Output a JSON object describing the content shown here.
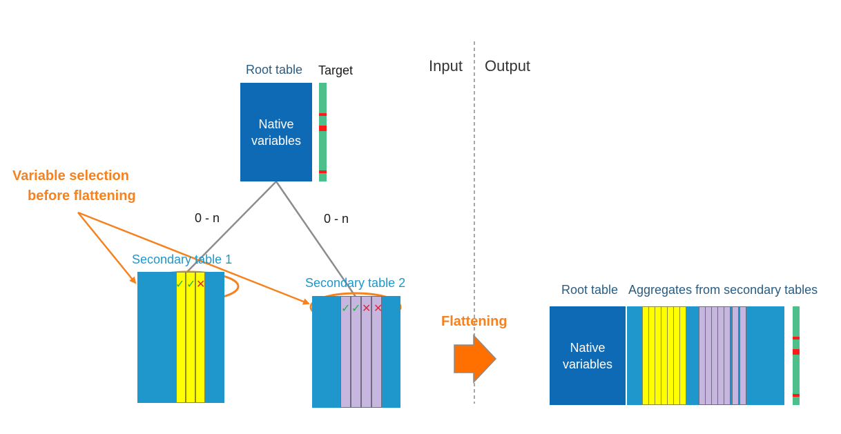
{
  "colors": {
    "native_block": "#0f6ab5",
    "secondary_block": "#1f97cc",
    "target_bar": "#4cbf8a",
    "target_mark": "#ff1a1a",
    "selected_column_yellow": "#ffff00",
    "selected_column_purple": "#c6b6e0",
    "accent_orange": "#f5821f",
    "check_green": "#1fb34a",
    "cross_red": "#e0283a"
  },
  "icons": {
    "check": "check-icon",
    "cross": "cross-icon",
    "arrow": "right-arrow-icon"
  },
  "input": {
    "section_label": "Input",
    "root_table_label": "Root table",
    "target_label": "Target",
    "native_line1": "Native",
    "native_line2": "variables",
    "relation_left": "0 - n",
    "relation_right": "0 - n",
    "secondary1_label": "Secondary table 1",
    "secondary2_label": "Secondary table 2",
    "selection_line1": "Variable selection",
    "selection_line2": "before flattening",
    "secondary1_marks": [
      "check",
      "check",
      "cross"
    ],
    "secondary2_marks": [
      "check",
      "check",
      "cross",
      "cross"
    ]
  },
  "process": {
    "flattening_label": "Flattening"
  },
  "output": {
    "section_label": "Output",
    "root_table_label": "Root table",
    "aggregates_label": "Aggregates from secondary tables",
    "native_line1": "Native",
    "native_line2": "variables"
  }
}
